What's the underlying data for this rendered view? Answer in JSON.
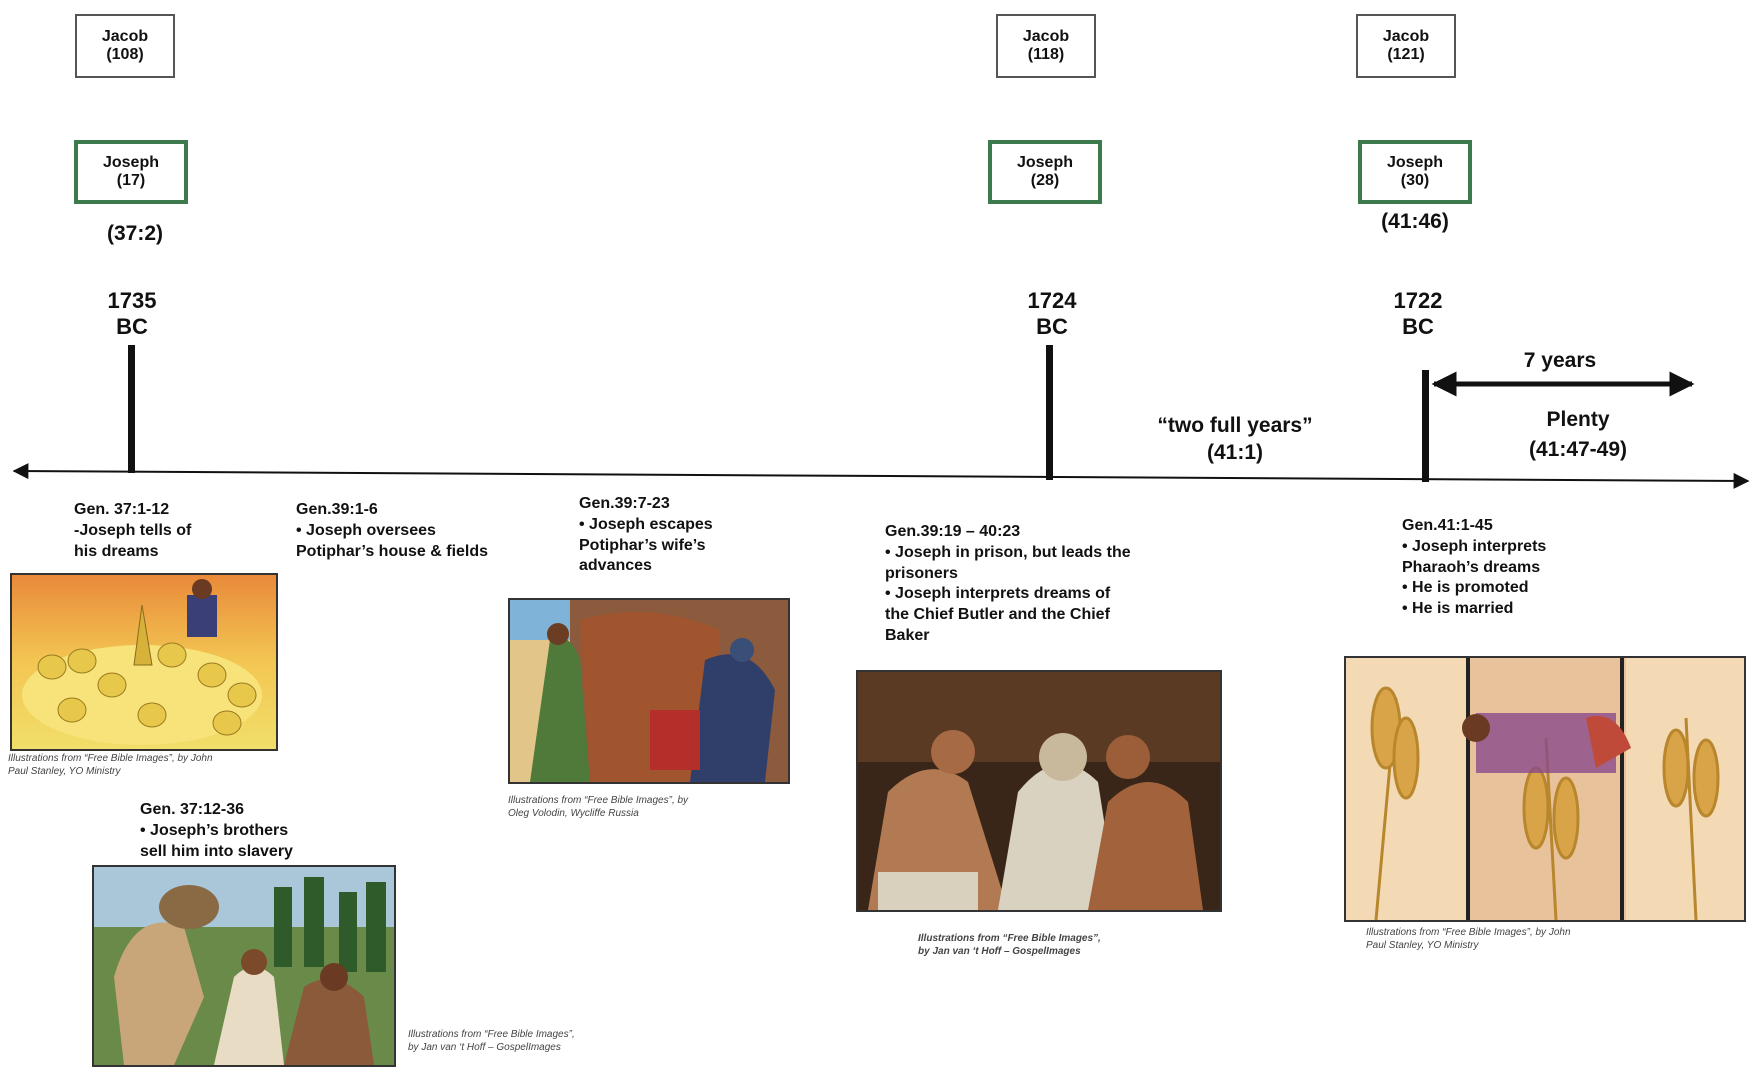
{
  "markers": [
    {
      "jacob_label": "Jacob",
      "jacob_age": "(108)",
      "joseph_label": "Joseph",
      "joseph_age": "(17)",
      "ref": "(37:2)",
      "year": "1735",
      "era": "BC"
    },
    {
      "jacob_label": "Jacob",
      "jacob_age": "(118)",
      "joseph_label": "Joseph",
      "joseph_age": "(28)",
      "year": "1724",
      "era": "BC"
    },
    {
      "jacob_label": "Jacob",
      "jacob_age": "(121)",
      "joseph_label": "Joseph",
      "joseph_age": "(30)",
      "ref": "(41:46)",
      "year": "1722",
      "era": "BC"
    }
  ],
  "interval": {
    "quote": "“two full years”",
    "ref": "(41:1)"
  },
  "plenty": {
    "duration": "7 years",
    "label": "Plenty",
    "ref": "(41:47-49)"
  },
  "events": [
    {
      "ref": "Gen. 37:1-12",
      "lines": [
        "-Joseph tells of",
        "his dreams"
      ]
    },
    {
      "ref": "Gen.39:1-6",
      "lines": [
        "• Joseph oversees",
        "Potiphar’s house & fields"
      ]
    },
    {
      "ref": "Gen.39:7-23",
      "lines": [
        "• Joseph escapes",
        "Potiphar’s wife’s",
        "advances"
      ]
    },
    {
      "ref": "Gen.39:19 – 40:23",
      "lines": [
        "• Joseph in prison, but leads the",
        "prisoners",
        "• Joseph interprets dreams of",
        "the Chief Butler and the Chief",
        "Baker"
      ]
    },
    {
      "ref": "Gen.41:1-45",
      "lines": [
        "• Joseph interprets",
        "Pharaoh’s dreams",
        "• He is promoted",
        "• He is married"
      ]
    },
    {
      "ref": "Gen. 37:12-36",
      "lines": [
        "• Joseph’s brothers",
        "sell him into slavery"
      ]
    }
  ],
  "credits": [
    {
      "lines": [
        "Illustrations from “Free Bible Images”, by John",
        "Paul Stanley, YO Ministry"
      ]
    },
    {
      "lines": [
        "Illustrations from “Free Bible Images”, by",
        "Oleg Volodin, Wycliffe Russia"
      ]
    },
    {
      "lines": [
        "Illustrations from “Free Bible Images”,",
        "by Jan van ‘t Hoff – GospelImages"
      ]
    },
    {
      "lines": [
        "Illustrations from “Free Bible Images”, by John",
        "Paul Stanley, YO Ministry"
      ]
    },
    {
      "lines": [
        "Illustrations from “Free Bible Images”,",
        "by Jan van ‘t Hoff – GospelImages"
      ]
    }
  ],
  "colors": {
    "joseph_border": "#3c7a4e",
    "jacob_border": "#555555",
    "line": "#111111"
  }
}
